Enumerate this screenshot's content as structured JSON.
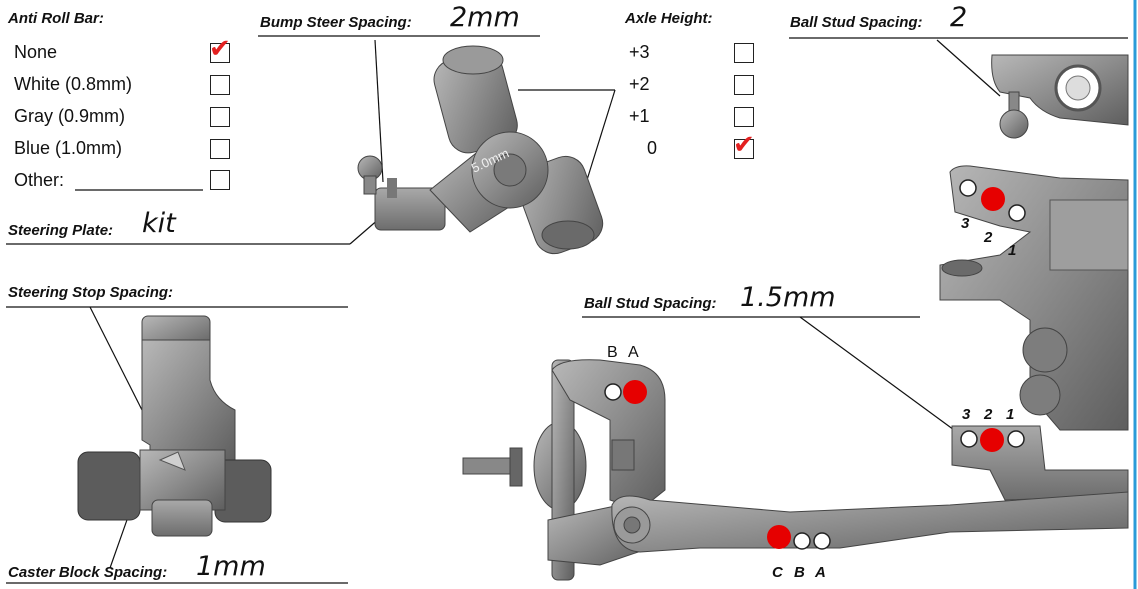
{
  "anti_roll_bar": {
    "title": "Anti Roll Bar:",
    "options": [
      {
        "label": "None",
        "checked": true
      },
      {
        "label": "White (0.8mm)",
        "checked": false
      },
      {
        "label": "Gray (0.9mm)",
        "checked": false
      },
      {
        "label": "Blue (1.0mm)",
        "checked": false
      },
      {
        "label": "Other:",
        "checked": false
      }
    ]
  },
  "bump_steer_spacing": {
    "title": "Bump Steer Spacing:",
    "value": "2mm"
  },
  "axle_height": {
    "title": "Axle Height:",
    "options": [
      {
        "label": "+3",
        "checked": false
      },
      {
        "label": "+2",
        "checked": false
      },
      {
        "label": "+1",
        "checked": false
      },
      {
        "label": "0",
        "checked": true
      }
    ]
  },
  "ball_stud_spacing_top": {
    "title": "Ball Stud Spacing:",
    "value": "2"
  },
  "steering_plate": {
    "title": "Steering Plate:",
    "value": "kit"
  },
  "steering_stop_spacing": {
    "title": "Steering Stop Spacing:",
    "value": ""
  },
  "ball_stud_spacing_mid": {
    "title": "Ball Stud Spacing:",
    "value": "1.5mm"
  },
  "caster_block_spacing": {
    "title": "Caster Block Spacing:",
    "value": "1mm"
  },
  "part_marking": "5.0mm",
  "position_labels": {
    "upper_hub": [
      "3",
      "2",
      "1"
    ],
    "lower_hub": [
      "3",
      "2",
      "1"
    ],
    "knuckle": [
      "B",
      "A"
    ],
    "steering_arm": [
      "C",
      "B",
      "A"
    ]
  },
  "colors": {
    "check_mark": "#e32020",
    "selected_hole": "#e60000",
    "part_gray": "#8a8a8a",
    "border_accent": "#2a9bd8"
  }
}
